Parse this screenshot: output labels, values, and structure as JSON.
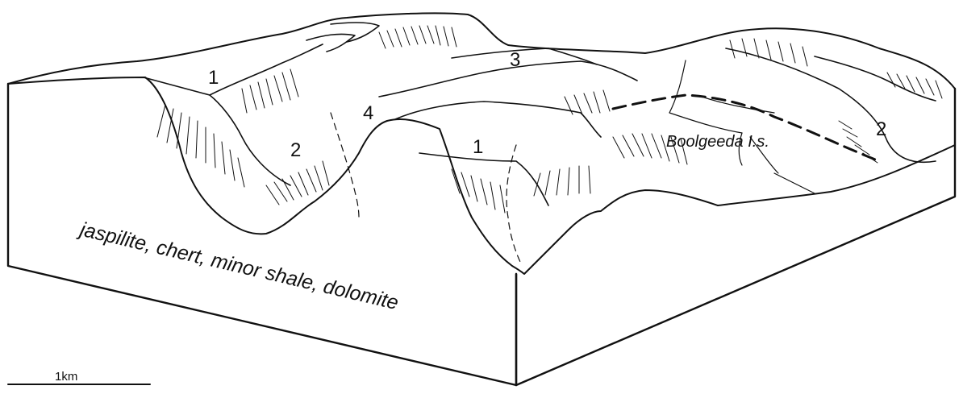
{
  "labels": {
    "unit_1_left": "1",
    "unit_1_center": "1",
    "unit_2_left": "2",
    "unit_2_right": "2",
    "unit_3": "3",
    "unit_4": "4",
    "formation": "Boolgeeda I.s.",
    "lithology": "jaspilite, chert, minor shale, dolomite"
  },
  "scale_bar": {
    "label": "1km"
  }
}
